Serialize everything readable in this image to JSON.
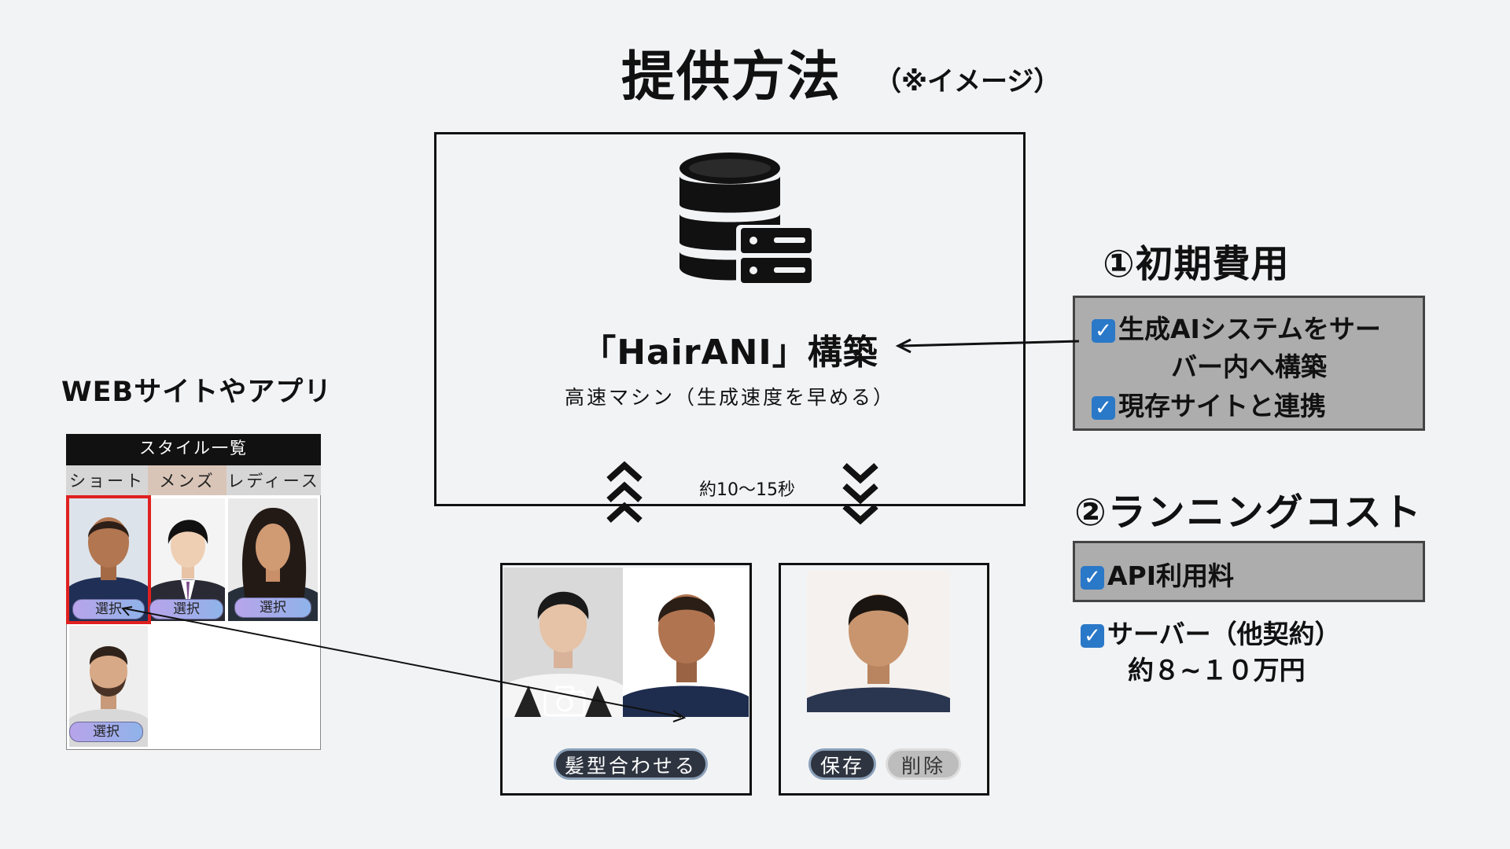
{
  "title": "提供方法",
  "title_note": "（※イメージ）",
  "center": {
    "title": "「HairANI」構築",
    "subtitle": "高速マシン（生成速度を早める）",
    "time": "約10〜15秒"
  },
  "section1": {
    "title": "①初期費用",
    "line1": "生成AIシステムをサー",
    "line2": "バー内へ構築",
    "line3": "現存サイトと連携"
  },
  "section2": {
    "title": "②ランニングコスト",
    "line1": "API利用料",
    "line2": "サーバー（他契約）",
    "line3": "約８~１０万円"
  },
  "app": {
    "label": "WEBサイトやアプリ",
    "header": "スタイル一覧",
    "tabs": [
      "ショート",
      "メンズ",
      "レディース"
    ],
    "select_label": "選択"
  },
  "input": {
    "button": "髪型合わせる"
  },
  "output": {
    "save": "保存",
    "delete": "削除"
  },
  "icons": [
    "database-server-icon",
    "camera-icon",
    "checkbox-checked-icon",
    "chevron-up-icon",
    "chevron-down-icon"
  ],
  "colors": {
    "background": "#f2f3f5",
    "check": "#2a78c8",
    "box_gray": "#adadad",
    "selected_frame": "#e02020"
  }
}
